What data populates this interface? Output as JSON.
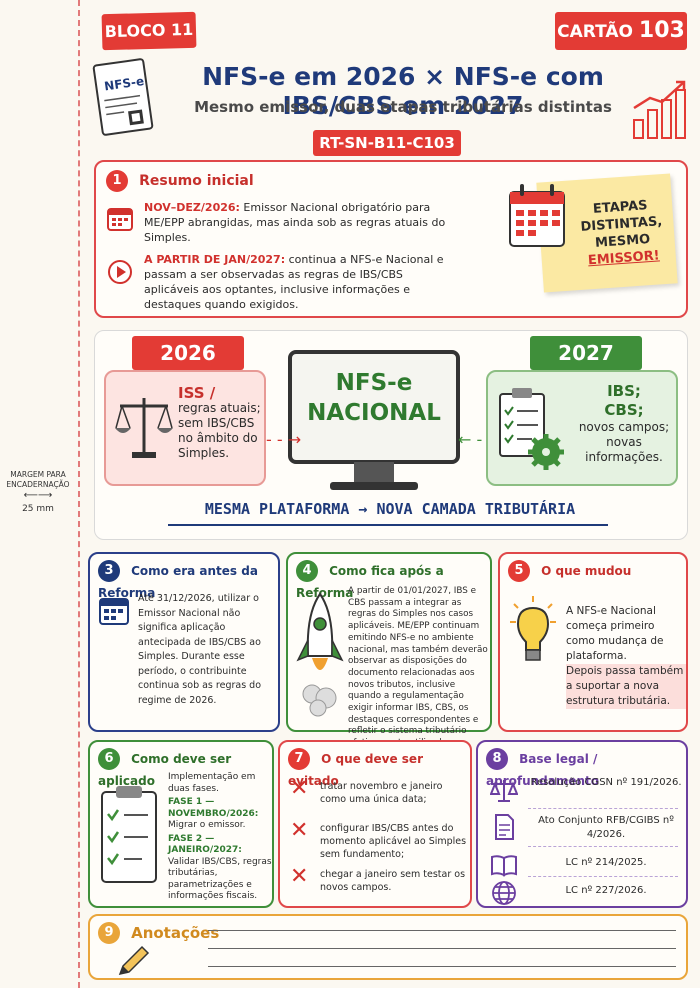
{
  "header": {
    "bloco": "BLOCO 11",
    "cartao_prefix": "CARTÃO",
    "cartao_num": "103",
    "title": "NFS-e em 2026 × NFS-e com IBS/CBS em 2027",
    "subtitle": "Mesmo emissor, duas etapas tributárias distintas",
    "code": "RT-SN-B11-C103",
    "doc_icon_label": "NFS-e"
  },
  "margin": {
    "label": "MARGEM PARA ENCADERNAÇÃO",
    "size": "25 mm"
  },
  "section1": {
    "num": "1",
    "title": "Resumo inicial",
    "row1_key": "NOV–DEZ/2026:",
    "row1_text": " Emissor Nacional obrigatório para ME/EPP abrangidas, mas ainda sob as regras atuais do Simples.",
    "row2_key": "A PARTIR DE JAN/2027:",
    "row2_text": " continua a NFS-e Nacional e passam a ser observadas as regras de IBS/CBS aplicáveis aos optantes, inclusive informações e destaques quando exigidos.",
    "sticky_l1": "ETAPAS",
    "sticky_l2": "DISTINTAS,",
    "sticky_l3": "MESMO",
    "sticky_l4": "EMISSOR!"
  },
  "section2": {
    "year_2026": "2026",
    "year_2027": "2027",
    "left_head": "ISS /",
    "left_body": "regras atuais; sem IBS/CBS no âmbito do Simples.",
    "center_l1": "NFS-e",
    "center_l2": "NACIONAL",
    "right_head1": "IBS;",
    "right_head2": "CBS;",
    "right_body": "novos campos; novas informações.",
    "platform_left": "MESMA PLATAFORMA",
    "platform_arrow": "→",
    "platform_right": "NOVA CAMADA TRIBUTÁRIA"
  },
  "section3": {
    "num": "3",
    "title": "Como era antes da Reforma",
    "body": "Até 31/12/2026, utilizar o Emissor Nacional não significa aplicação antecipada de IBS/CBS ao Simples. Durante esse período, o contribuinte continua sob as regras do regime de 2026."
  },
  "section4": {
    "num": "4",
    "title": "Como fica após a Reforma",
    "body": "A partir de 01/01/2027, IBS e CBS passam a integrar as regras do Simples nos casos aplicáveis. ME/EPP continuam emitindo NFS-e no ambiente nacional, mas também deverão observar as disposições do documento relacionadas aos novos tributos, inclusive quando a regulamentação exigir informar IBS, CBS, os destaques correspondentes e refletir o sistema tributário efetivamente utilizado."
  },
  "section5": {
    "num": "5",
    "title": "O que mudou",
    "body1": "A NFS-e Nacional começa primeiro como mudança de plataforma.",
    "body2": "Depois passa também a suportar a nova estrutura tributária."
  },
  "section6": {
    "num": "6",
    "title": "Como deve ser aplicado",
    "intro": "Implementação em duas fases.",
    "phase1_key": "FASE 1 — NOVEMBRO/2026:",
    "phase1_text": "Migrar o emissor.",
    "phase2_key": "FASE 2 — JANEIRO/2027:",
    "phase2_text": "Validar IBS/CBS, regras tributárias, parametrizações e informações fiscais."
  },
  "section7": {
    "num": "7",
    "title": "O que deve ser evitado",
    "items": [
      "tratar novembro e janeiro como uma única data;",
      "configurar IBS/CBS antes do momento aplicável ao Simples sem fundamento;",
      "chegar a janeiro sem testar os novos campos."
    ]
  },
  "section8": {
    "num": "8",
    "title": "Base legal / aprofundamento",
    "items": [
      "Resolução CGSN nº 191/2026.",
      "Ato Conjunto RFB/CGIBS nº 4/2026.",
      "LC nº 214/2025.",
      "LC nº 227/2026."
    ]
  },
  "section9": {
    "num": "9",
    "title": "Anotações"
  },
  "colors": {
    "red": "#e33b35",
    "green": "#3f8f3a",
    "navy": "#1f3a7a",
    "purple": "#6b3fa0",
    "orange": "#e9a53a"
  }
}
